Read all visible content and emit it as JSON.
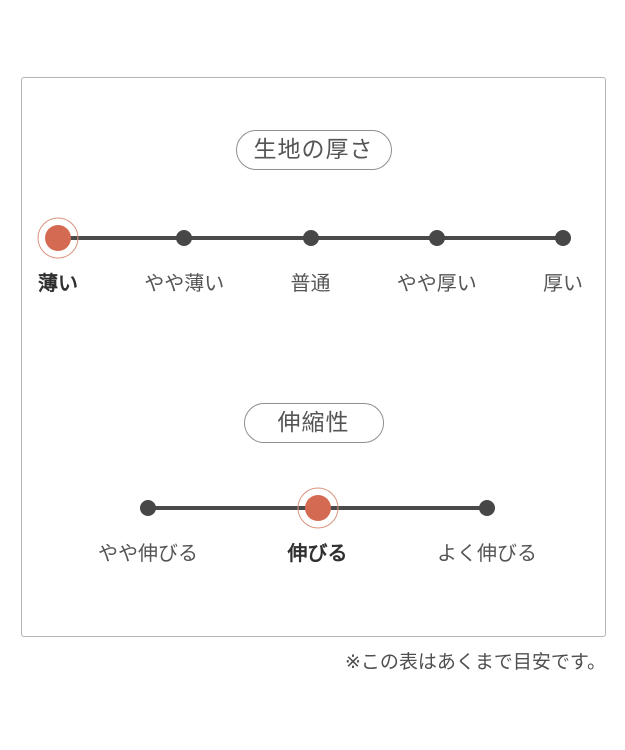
{
  "colors": {
    "accent": "#d56a52",
    "accent_ring": "#da947f",
    "dot": "#474747",
    "line": "#4a4a4a",
    "box_border": "#b5b5b5",
    "pill_border": "#8f8f8f",
    "label": "#555555",
    "label_selected": "#303030"
  },
  "scales": [
    {
      "title": "生地の厚さ",
      "selected_index": 0,
      "options": [
        {
          "label": "薄い",
          "selected": true
        },
        {
          "label": "やや薄い",
          "selected": false
        },
        {
          "label": "普通",
          "selected": false
        },
        {
          "label": "やや厚い",
          "selected": false
        },
        {
          "label": "厚い",
          "selected": false
        }
      ]
    },
    {
      "title": "伸縮性",
      "selected_index": 1,
      "options": [
        {
          "label": "やや伸びる",
          "selected": false
        },
        {
          "label": "伸びる",
          "selected": true
        },
        {
          "label": "よく伸びる",
          "selected": false
        }
      ]
    }
  ],
  "footnote": "※この表はあくまで目安です。"
}
